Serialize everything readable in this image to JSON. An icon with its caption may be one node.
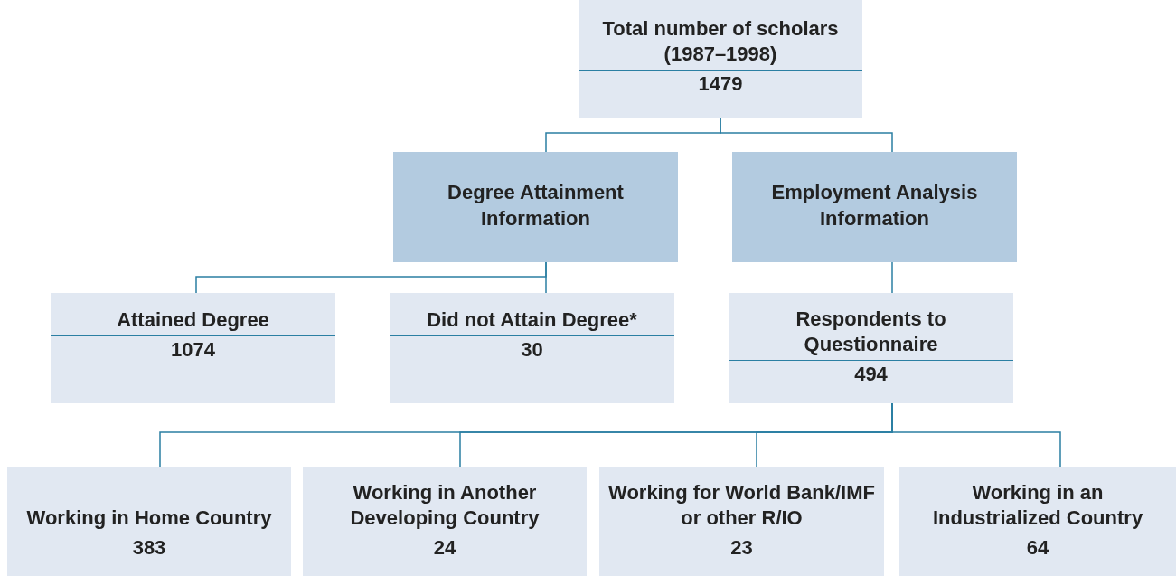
{
  "diagram": {
    "nodes": [
      {
        "text": [
          "Total number of scholars (1987–1998)",
          "1479"
        ]
      },
      {
        "text": [
          "Degree Attainment Information"
        ]
      },
      {
        "text": [
          "Employment Analysis Information"
        ]
      },
      {
        "text": [
          "Attained Degree",
          "1074"
        ]
      },
      {
        "text": [
          "Did not Attain Degree*",
          "30"
        ]
      },
      {
        "text": [
          "Respondents to Questionnaire",
          "494"
        ]
      },
      {
        "text": [
          "Working in Home Country",
          "383"
        ]
      },
      {
        "text": [
          "Working in Another Developing Country",
          "24"
        ]
      },
      {
        "text": [
          "Working for World Bank/IMF or other R/IO",
          "23"
        ]
      },
      {
        "text": [
          "Working in an Industrialized Country",
          "64"
        ]
      }
    ],
    "edges": [
      {
        "from": 0,
        "to": 1,
        "arrow": "none"
      },
      {
        "from": 0,
        "to": 2,
        "arrow": "none"
      },
      {
        "from": 1,
        "to": 3,
        "arrow": "none"
      },
      {
        "from": 1,
        "to": 4,
        "arrow": "none"
      },
      {
        "from": 2,
        "to": 5,
        "arrow": "none"
      },
      {
        "from": 5,
        "to": 6,
        "arrow": "none"
      },
      {
        "from": 5,
        "to": 7,
        "arrow": "none"
      },
      {
        "from": 5,
        "to": 8,
        "arrow": "none"
      },
      {
        "from": 5,
        "to": 9,
        "arrow": "none"
      }
    ]
  }
}
